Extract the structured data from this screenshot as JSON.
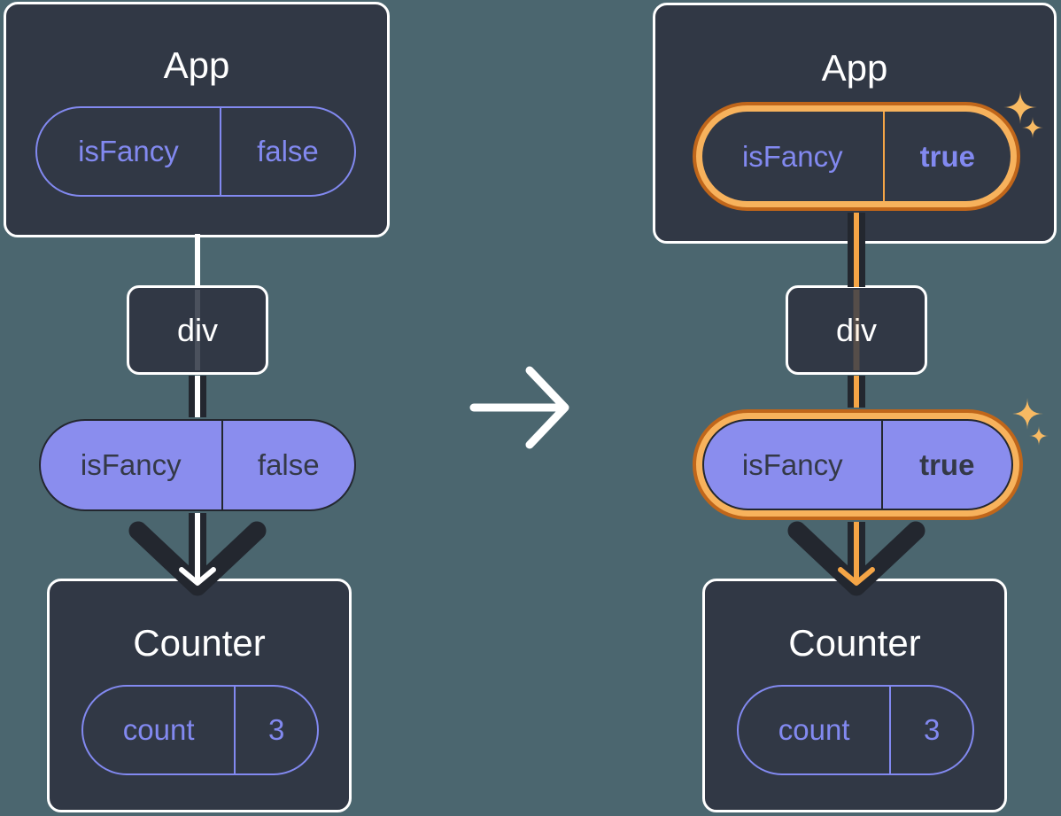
{
  "before": {
    "app": {
      "title": "App",
      "prop": {
        "name": "isFancy",
        "value": "false"
      }
    },
    "div_node": {
      "label": "div"
    },
    "passed_prop": {
      "name": "isFancy",
      "value": "false"
    },
    "counter": {
      "title": "Counter",
      "state": {
        "name": "count",
        "value": "3"
      }
    }
  },
  "after": {
    "app": {
      "title": "App",
      "prop": {
        "name": "isFancy",
        "value": "true"
      }
    },
    "div_node": {
      "label": "div"
    },
    "passed_prop": {
      "name": "isFancy",
      "value": "true"
    },
    "counter": {
      "title": "Counter",
      "state": {
        "name": "count",
        "value": "3"
      }
    }
  },
  "transition": {
    "icon": "arrow-right-icon"
  },
  "decorations": {
    "sparkle_icon": "sparkle-icon",
    "sparkle_count": 4
  },
  "colors": {
    "background": "#4B666F",
    "card": "#313845",
    "card_border": "#FFFFFF",
    "purple": "#8289F0",
    "purple_fill": "#8A8DEE",
    "text_on_purple": "#343947",
    "flow_dark": "#23272F",
    "flow_white": "#FFFFFF",
    "highlight": "#F5A546",
    "highlight_light": "#F7B25C",
    "highlight_dark": "#C0661A",
    "sparkle": "#F8BA63"
  }
}
